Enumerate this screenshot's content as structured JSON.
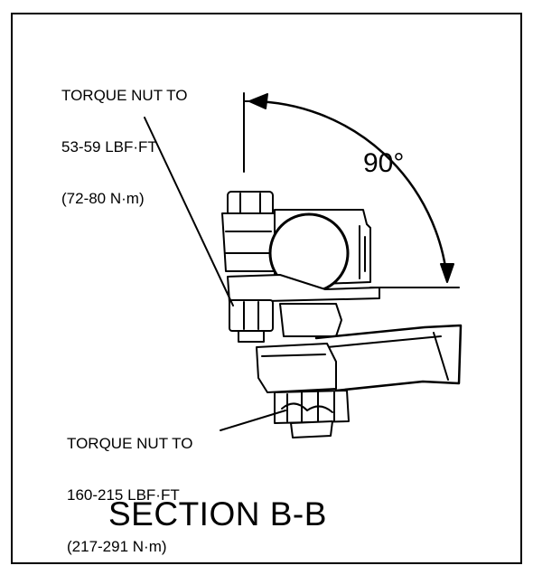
{
  "labels": {
    "top": [
      "TORQUE NUT TO",
      "53-59 LBF·FT",
      "(72-80 N·m)"
    ],
    "bottom": [
      "TORQUE NUT TO",
      "160-215 LBF·FT",
      "(217-291 N·m)"
    ],
    "angle": "90°",
    "section_title": "SECTION B-B"
  }
}
